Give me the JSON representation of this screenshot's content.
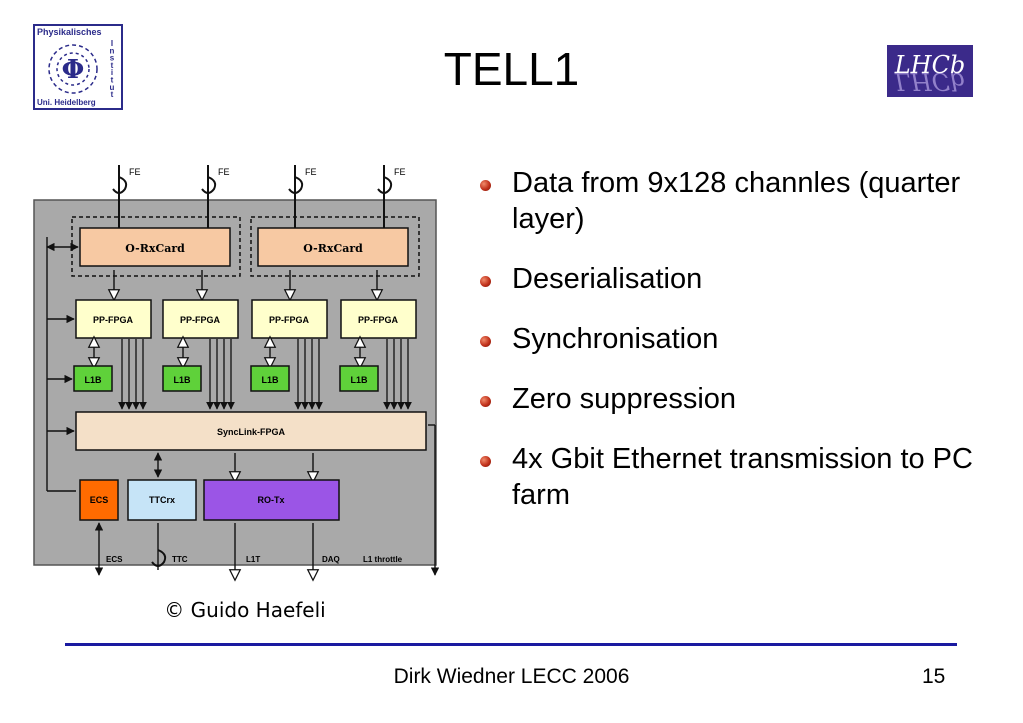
{
  "slide": {
    "title": "TELL1",
    "footer": "Dirk Wiedner LECC 2006",
    "page_number": "15"
  },
  "logos": {
    "institute": {
      "lines": [
        "Physikalisches",
        "Institut",
        "Uni. Heidelberg"
      ],
      "symbol": "Φ",
      "vertical_letters": [
        "I",
        "n",
        "s",
        "t",
        "i",
        "t",
        "u",
        "t"
      ]
    },
    "experiment": {
      "text": "LHCb",
      "color": "#3b2a8a"
    }
  },
  "bullets": [
    "Data from 9x128 channles (quarter layer)",
    "Deserialisation",
    "Synchronisation",
    "Zero suppression",
    "4x Gbit Ethernet transmission to PC farm"
  ],
  "diagram": {
    "fe_label": "FE",
    "orx_label": "O-RxCard",
    "ppfpga_label": "PP-FPGA",
    "l1b_label": "L1B",
    "synclink_label": "SyncLink-FPGA",
    "ecs_label": "ECS",
    "ttcrx_label": "TTCrx",
    "rotx_label": "RO-Tx",
    "out_ecs": "ECS",
    "out_ttc": "TTC",
    "out_l1t": "L1T",
    "out_daq": "DAQ",
    "out_throttle": "L1 throttle",
    "credit": "© Guido Haefeli",
    "colors": {
      "board": "#a9a9a9",
      "orx": "#f7c9a3",
      "ppfpga": "#ffffcc",
      "l1b": "#5fd13a",
      "synclink": "#f4e0c8",
      "ecs": "#ff6b00",
      "ttcrx": "#c6e4f7",
      "rotx": "#9b55e6"
    }
  }
}
